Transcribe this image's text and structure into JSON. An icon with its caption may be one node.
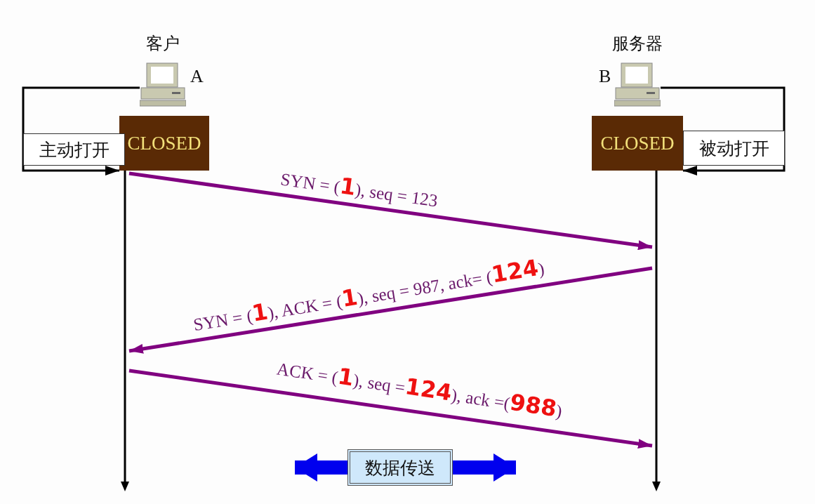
{
  "diagram": {
    "nodes": [
      {
        "text": [
          "客户"
        ],
        "beside": [
          "A"
        ]
      },
      {
        "text": [
          "CLOSED"
        ]
      },
      {
        "text": [
          "服务器"
        ],
        "beside": [
          "B"
        ]
      },
      {
        "text": [
          "CLOSED"
        ]
      },
      {
        "text": [
          "数据传送"
        ]
      },
      {
        "text": [],
        "shape": "line"
      },
      {
        "text": [],
        "shape": "line"
      }
    ],
    "edges": [
      {
        "from": 0,
        "to": 1,
        "arrow": "to",
        "color": "#000000",
        "label": "主动打开"
      },
      {
        "from": 2,
        "to": 3,
        "arrow": "to",
        "color": "#000000",
        "label": "被动打开"
      },
      {
        "from": 5,
        "to": 6,
        "arrow": "to",
        "color": "#800080",
        "label": "SYN = (**1**), seq = 123"
      },
      {
        "from": 6,
        "to": 5,
        "arrow": "to",
        "color": "#800080",
        "label": "SYN = (**1**), ACK = (**1**), seq = 987, ack= (**124**)"
      },
      {
        "from": 5,
        "to": 6,
        "arrow": "to",
        "color": "#800080",
        "label": "ACK = (**1**), seq =**124**), ack =(**988**)"
      },
      {
        "from": 4,
        "to": null,
        "arrow": "to",
        "color": "#0000ee",
        "style": "thick"
      },
      {
        "from": 4,
        "to": null,
        "arrow": "to",
        "color": "#0000ee",
        "style": "thick"
      }
    ]
  }
}
